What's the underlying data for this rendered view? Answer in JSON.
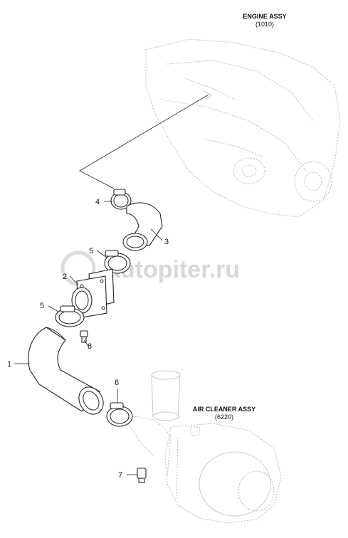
{
  "watermark": "autopiter.ru",
  "assemblies": [
    {
      "name": "ENGINE ASSY",
      "code": "(1010)"
    },
    {
      "name": "AIR CLEANER ASSY",
      "code": "(6220)"
    }
  ],
  "callouts": [
    "1",
    "2",
    "3",
    "4",
    "5",
    "5",
    "6",
    "7",
    "8"
  ]
}
